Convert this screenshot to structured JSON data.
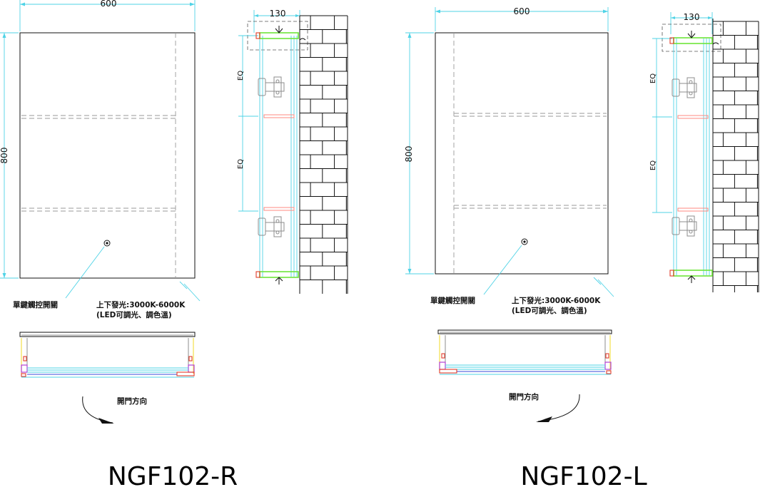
{
  "drawings": [
    {
      "id": "right",
      "model": "NGF102-R",
      "width_dim": "600",
      "height_dim": "800",
      "depth_dim": "130",
      "eq_top": "EQ",
      "eq_bottom": "EQ",
      "switch_label": "單鍵觸控開關",
      "light_label_line1": "上下發光:3000K-6000K",
      "light_label_line2": "(LED可調光、調色溫)",
      "door_label": "開門方向"
    },
    {
      "id": "left",
      "model": "NGF102-L",
      "width_dim": "600",
      "height_dim": "800",
      "depth_dim": "130",
      "eq_top": "EQ",
      "eq_bottom": "EQ",
      "switch_label": "單鍵觸控開關",
      "light_label_line1": "上下發光:3000K-6000K",
      "light_label_line2": "(LED可調光、調色溫)",
      "door_label": "開門方向"
    }
  ],
  "colors": {
    "dimension": "#4fd3e6",
    "frame_green": "#6ee43a",
    "hinge_red": "#e23c2c",
    "outline": "#111111"
  }
}
